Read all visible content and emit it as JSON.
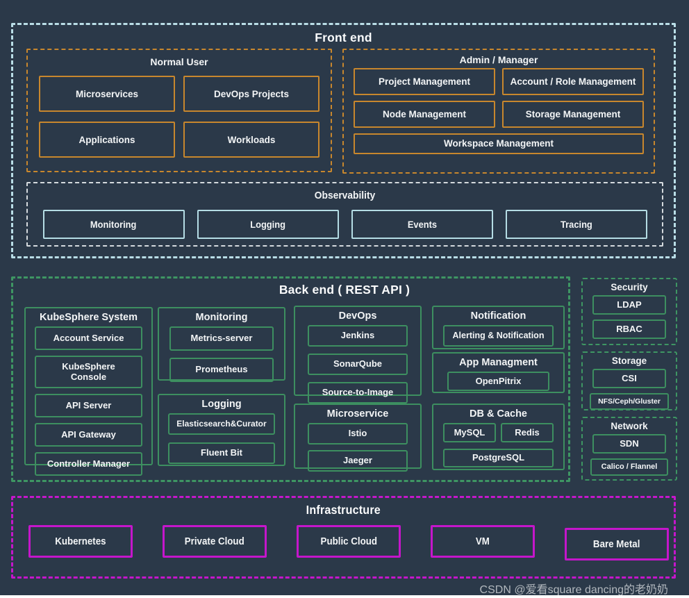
{
  "palette": {
    "background": "#2b3949",
    "frontend_border": "#b9dde6",
    "user_boxes": "#c8872d",
    "observability_border": "#d5dade",
    "observability_boxes": "#b5dde5",
    "backend_green": "#3d8f60",
    "infrastructure_magenta": "#c516cb",
    "text": "#f3f5f6"
  },
  "frontend": {
    "title": "Front end",
    "normal_user": {
      "title": "Normal User",
      "items": [
        "Microservices",
        "DevOps Projects",
        "Applications",
        "Workloads"
      ]
    },
    "admin": {
      "title": "Admin / Manager",
      "items": [
        "Project Management",
        "Account / Role Management",
        "Node Management",
        "Storage Management",
        "Workspace Management"
      ]
    },
    "observability": {
      "title": "Observability",
      "items": [
        "Monitoring",
        "Logging",
        "Events",
        "Tracing"
      ]
    }
  },
  "backend": {
    "title": "Back end ( REST API )",
    "groups": [
      {
        "title": "KubeSphere System",
        "items": [
          "Account Service",
          "KubeSphere Console",
          "API Server",
          "API Gateway",
          "Controller Manager"
        ]
      },
      {
        "title": "Monitoring",
        "items": [
          "Metrics-server",
          "Prometheus"
        ]
      },
      {
        "title": "Logging",
        "items": [
          "Elasticsearch&Curator",
          "Fluent Bit"
        ]
      },
      {
        "title": "DevOps",
        "items": [
          "Jenkins",
          "SonarQube",
          "Source-to-Image"
        ]
      },
      {
        "title": "Microservice",
        "items": [
          "Istio",
          "Jaeger"
        ]
      },
      {
        "title": "Notification",
        "items": [
          "Alerting & Notification"
        ]
      },
      {
        "title": "App Managment",
        "items": [
          "OpenPitrix"
        ]
      },
      {
        "title": "DB & Cache",
        "items": [
          "MySQL",
          "Redis",
          "PostgreSQL"
        ]
      }
    ]
  },
  "platform": {
    "security": {
      "title": "Security",
      "items": [
        "LDAP",
        "RBAC"
      ]
    },
    "storage": {
      "title": "Storage",
      "items": [
        "CSI",
        "NFS/Ceph/Gluster"
      ]
    },
    "network": {
      "title": "Network",
      "items": [
        "SDN",
        "Calico / Flannel"
      ]
    }
  },
  "infrastructure": {
    "title": "Infrastructure",
    "items": [
      "Kubernetes",
      "Private Cloud",
      "Public Cloud",
      "VM",
      "Bare Metal"
    ]
  },
  "page": {
    "watermark": "CSDN @爱看square dancing的老奶奶"
  }
}
